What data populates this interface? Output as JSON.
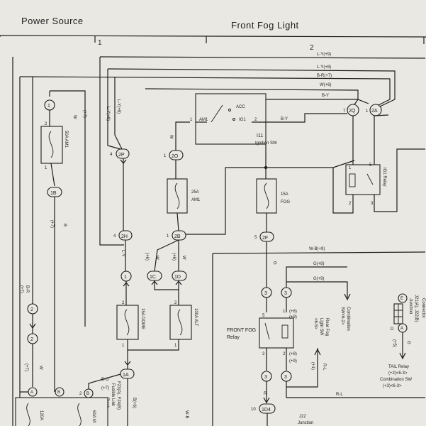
{
  "header": {
    "left_title": "Power Source",
    "right_title": "Front Fog Light"
  },
  "columns": {
    "c1": "1",
    "c2": "2"
  },
  "wires": {
    "ly9": "L-Y(+9)",
    "ly8": "L-Y(+8)",
    "br7": "B-R(+7)",
    "w6": "W(+6)",
    "by_top": "B-Y",
    "w_v1": "W",
    "p7_v1": "(+7)",
    "ly9_v": "L-Y(+9)",
    "ly8_v": "L-Y(+8)",
    "w_2o": "W",
    "by_am": "B-Y",
    "b_mid": "B",
    "p7_mid": "(+7)",
    "ly_dome": "L-Y",
    "w_1c": "W",
    "p6_1c": "(+6)",
    "w_alt": "W",
    "p6_alt": "(+6)",
    "wb9": "W-B(+9)",
    "g8": "G(+8)",
    "g9": "G(+9)",
    "g_fog": "G",
    "br_left": "B-R",
    "p7_left": "(+7)",
    "w_left": "W",
    "p7_lower": "(+7)",
    "bg": "B-G",
    "p7_bg": "(+7)",
    "b6": "B(+6)",
    "wb_bot": "W-B",
    "rl": "R-L",
    "rl_v": "R-L",
    "p1": "(+1)",
    "r_bot": "R",
    "g_tail": "G",
    "p5": "(+5)",
    "p9_v": "(+9)",
    "p8_v": "(+8)"
  },
  "components": {
    "am1_fuse": {
      "label": "50A AM1",
      "pin_top": "2",
      "pin_bot": "1"
    },
    "ign_sw": {
      "name": "I11",
      "sub": "Ignition SW",
      "am1": "AM1",
      "acc": "ACC",
      "ig1": "IG1",
      "p1": "1",
      "p2": "2"
    },
    "f25": {
      "amp": "25A",
      "name": "AM1"
    },
    "f15": {
      "amp": "15A",
      "name": "FOG"
    },
    "dome": {
      "label": "15A DOME",
      "p2": "2",
      "p1": "1"
    },
    "alt": {
      "label": "100A ALT",
      "p2": "2",
      "p1": "1"
    },
    "ig1_relay": {
      "label": "IG1 Relay",
      "p1": "1",
      "p5": "5",
      "p2": "2",
      "p3": "3"
    },
    "fog_relay": {
      "label1": "FRONT FOG",
      "label2": "Relay",
      "p5": "5",
      "p1": "1",
      "p3": "3",
      "p2": "2",
      "n1": "(+8)",
      "n2": "(+9)",
      "n3": "(+8)",
      "n4": "(+9)"
    },
    "rear_fog": {
      "l1": "Rear Fog",
      "l2": "Light SW",
      "l3": "<6-5>"
    },
    "combo": {
      "l1": "Combination",
      "l2": "SW<6-2>"
    },
    "jconn": {
      "l1": "J21(A), J22(B)",
      "l2": "Junction",
      "l3": "Connector",
      "e": "E",
      "d": "D",
      "a": "A"
    },
    "tail": {
      "l1": "TAIL Relay",
      "l2": "(+2)<6-3>",
      "l3": "Combination SW",
      "l4": "(+3)<6-3>"
    },
    "j22": {
      "l1": "J22",
      "l2": "Junction"
    },
    "fl_box": {
      "l1": "F23(A), F24(B)",
      "l2": "Fusible Link",
      "l3": "Block"
    },
    "f120": "120A",
    "f60": "60A M"
  },
  "connectors": {
    "c1_top": "1",
    "c1b": "1B",
    "c2p": "2P",
    "c2p_pin": "4",
    "c2o": "2O",
    "c2o_pin": "1",
    "c2q": "2Q",
    "c2q_pin": "7",
    "c2a": "2A",
    "c2a_pin": "1",
    "c2h": "2H",
    "c2h_pin": "4",
    "c2b": "2B",
    "c2b_pin": "1",
    "c2f": "2F",
    "c2f_pin": "5",
    "c1_ly": "1",
    "c1c": "1C",
    "c1d": "1D",
    "c2_a": "2",
    "c2_b": "2",
    "c3_a": "3",
    "c3_b": "3",
    "c3_c": "3",
    "c3_d": "3",
    "c1a": "1A",
    "cA": "A",
    "cB": "B",
    "cB2": "B",
    "cB2_pin": "2",
    "c1d4": "1D4",
    "c1d4_pin": "10",
    "cE": "E",
    "cD": "D",
    "cA2": "A",
    "n2_top": "2",
    "n1_bot": "1",
    "n1_left": "1"
  }
}
